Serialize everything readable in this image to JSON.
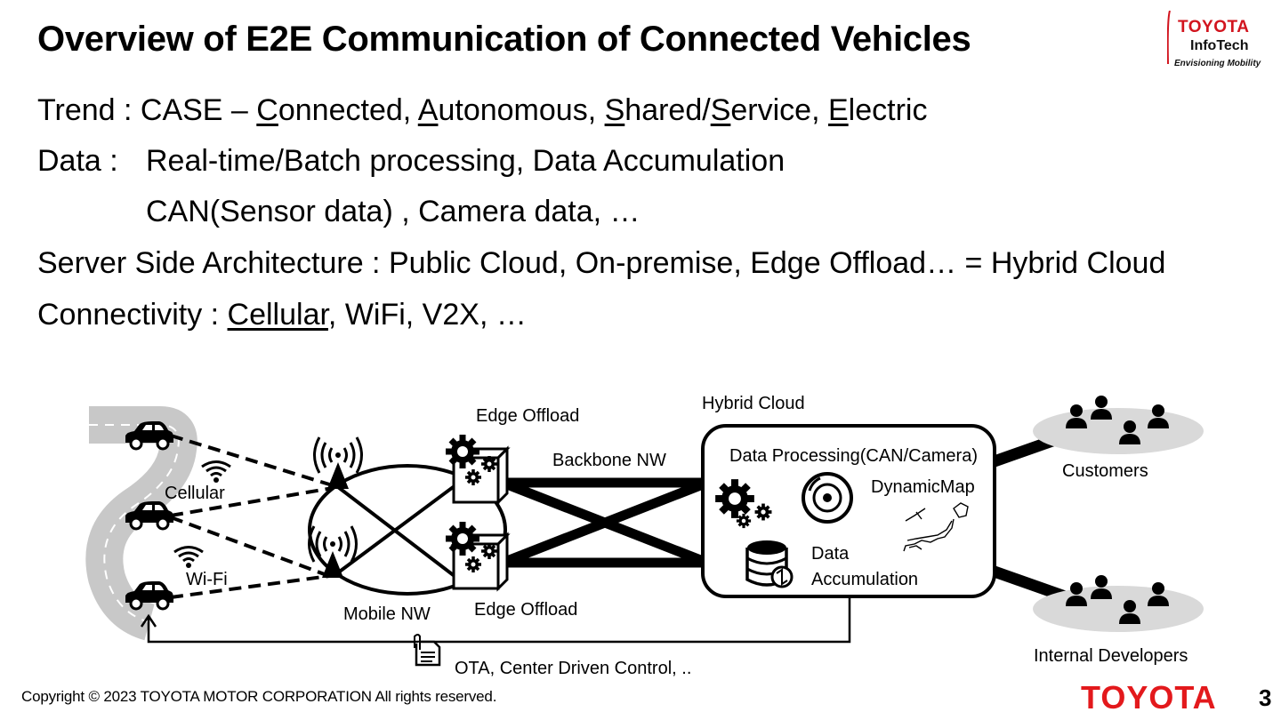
{
  "slide": {
    "title": "Overview of E2E Communication of Connected Vehicles",
    "page_number": "3"
  },
  "logo": {
    "line1": "TOYOTA",
    "line2": "InfoTech",
    "tagline": "Envisioning Mobility"
  },
  "bullets": {
    "trend": {
      "prefix": "Trend : CASE – ",
      "parts": [
        {
          "initial": "C",
          "rest": "onnected, "
        },
        {
          "initial": "A",
          "rest": "utonomous, "
        },
        {
          "initial": "S",
          "rest": "hared/"
        },
        {
          "initial": "S",
          "rest": "ervice, "
        },
        {
          "initial": "E",
          "rest": "lectric"
        }
      ]
    },
    "data": {
      "label": "Data :",
      "line1": "Real-time/Batch processing, Data Accumulation",
      "line2": "CAN(Sensor data) , Camera data, …"
    },
    "server": "Server Side Architecture : Public Cloud, On-premise, Edge Offload… = Hybrid Cloud",
    "connectivity": {
      "prefix": "Connectivity : ",
      "underlined": "Cellular",
      "rest": ", WiFi, V2X, …"
    }
  },
  "diagram": {
    "cellular": "Cellular",
    "wifi": "Wi-Fi",
    "mobile_nw": "Mobile NW",
    "edge_offload_top": "Edge Offload",
    "edge_offload_bottom": "Edge Offload",
    "backbone_nw": "Backbone NW",
    "hybrid_cloud": "Hybrid Cloud",
    "data_processing": "Data Processing(CAN/Camera)",
    "dynamic_map": "DynamicMap",
    "data_accumulation_1": "Data",
    "data_accumulation_2": "Accumulation",
    "customers": "Customers",
    "internal_developers": "Internal Developers",
    "ota": "OTA, Center Driven Control, .."
  },
  "footer": {
    "copyright": "Copyright ©  2023 TOYOTA MOTOR CORPORATION All rights reserved.",
    "brand": "TOYOTA"
  },
  "colors": {
    "brand_red": "#e3191c",
    "road_gray": "#c8c8c8",
    "group_gray": "#d9d9d9"
  }
}
